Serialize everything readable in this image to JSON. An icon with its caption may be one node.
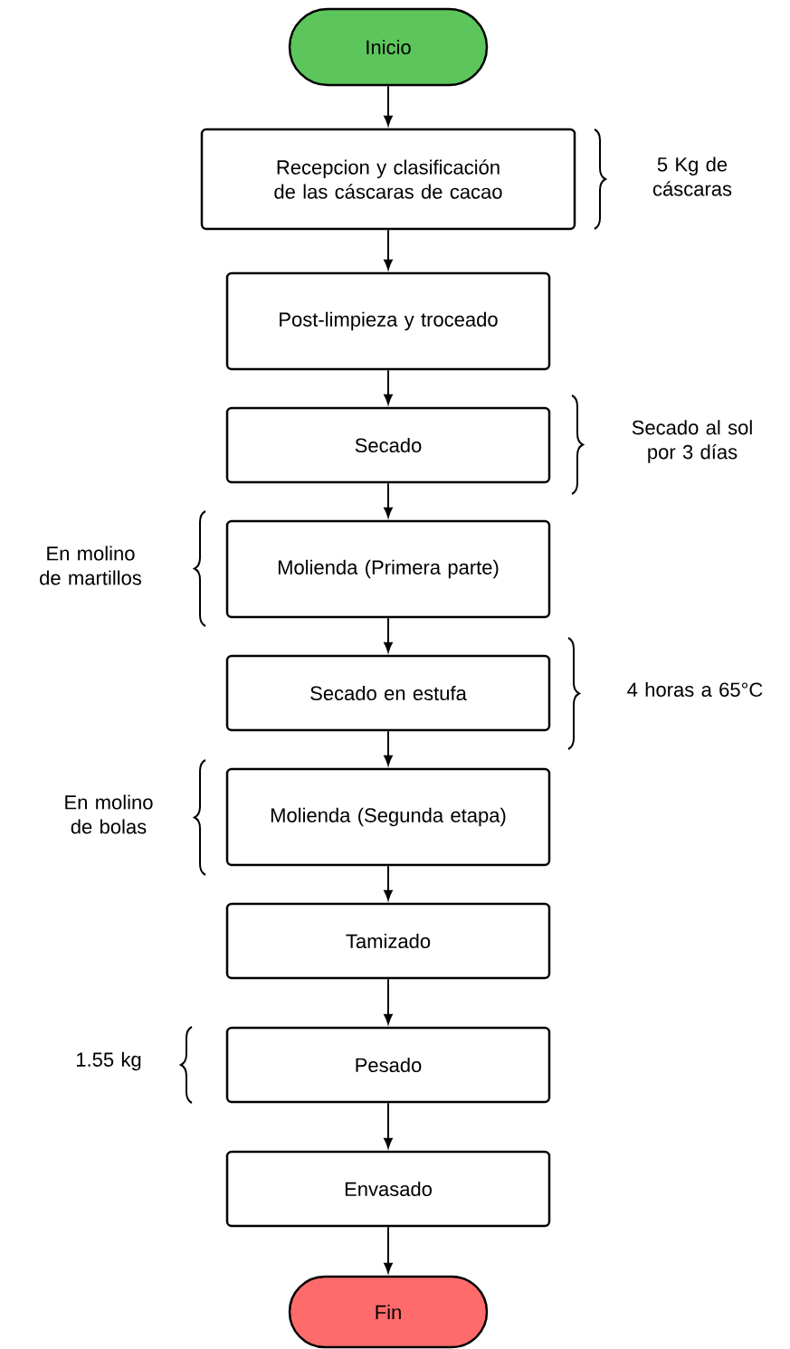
{
  "diagram": {
    "nodes": [
      {
        "text": [
          "Inicio"
        ]
      },
      {
        "text": [
          "Recepcion y clasificación de las cáscaras de cacao"
        ]
      },
      {
        "text": [
          "Post-limpieza y troceado"
        ]
      },
      {
        "text": [
          "Secado"
        ]
      },
      {
        "text": [
          "Molienda (Primera parte)"
        ]
      },
      {
        "text": [
          "Secado en estufa"
        ]
      },
      {
        "text": [
          "Molienda (Segunda etapa)"
        ]
      },
      {
        "text": [
          "Tamizado"
        ]
      },
      {
        "text": [
          "Pesado"
        ]
      },
      {
        "text": [
          "Envasado"
        ]
      },
      {
        "text": [
          "Fin"
        ]
      }
    ],
    "edges": [
      {
        "from": 0,
        "to": 1,
        "arrow": "to"
      },
      {
        "from": 1,
        "to": 2,
        "arrow": "to"
      },
      {
        "from": 2,
        "to": 3,
        "arrow": "to"
      },
      {
        "from": 3,
        "to": 4,
        "arrow": "to"
      },
      {
        "from": 4,
        "to": 5,
        "arrow": "to"
      },
      {
        "from": 5,
        "to": 6,
        "arrow": "to"
      },
      {
        "from": 6,
        "to": 7,
        "arrow": "to"
      },
      {
        "from": 7,
        "to": 8,
        "arrow": "to"
      },
      {
        "from": 8,
        "to": 9,
        "arrow": "to"
      },
      {
        "from": 9,
        "to": 10,
        "arrow": "to"
      }
    ],
    "labels": [
      "5 Kg de cáscaras",
      "Secado al sol por 3 días",
      "En molino de martillos",
      "4 horas a 65°C",
      "En molino de bolas",
      "1.55 kg"
    ]
  }
}
